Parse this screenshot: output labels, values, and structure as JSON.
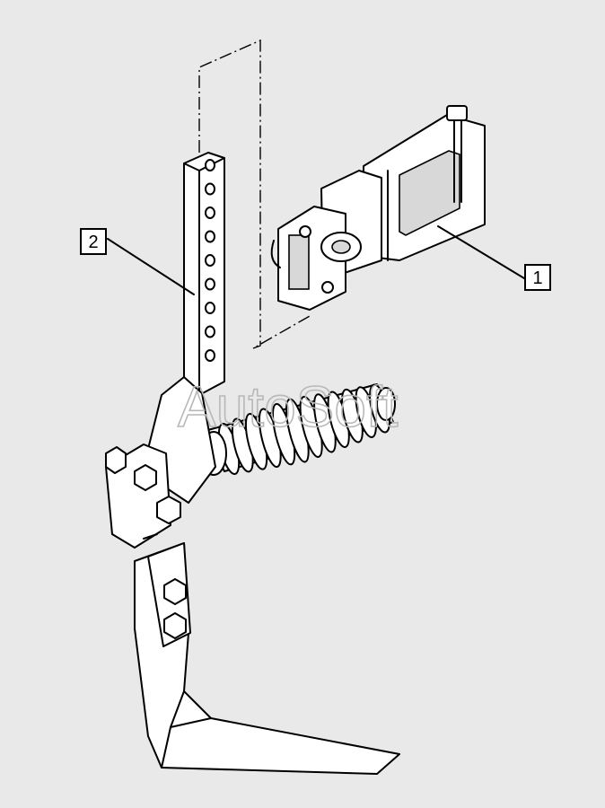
{
  "callouts": [
    {
      "id": "1",
      "label": "1"
    },
    {
      "id": "2",
      "label": "2"
    }
  ],
  "watermark": "AutoSoft",
  "colors": {
    "background": "#e9e9e9",
    "ink": "#000000",
    "fill": "#ffffff"
  }
}
